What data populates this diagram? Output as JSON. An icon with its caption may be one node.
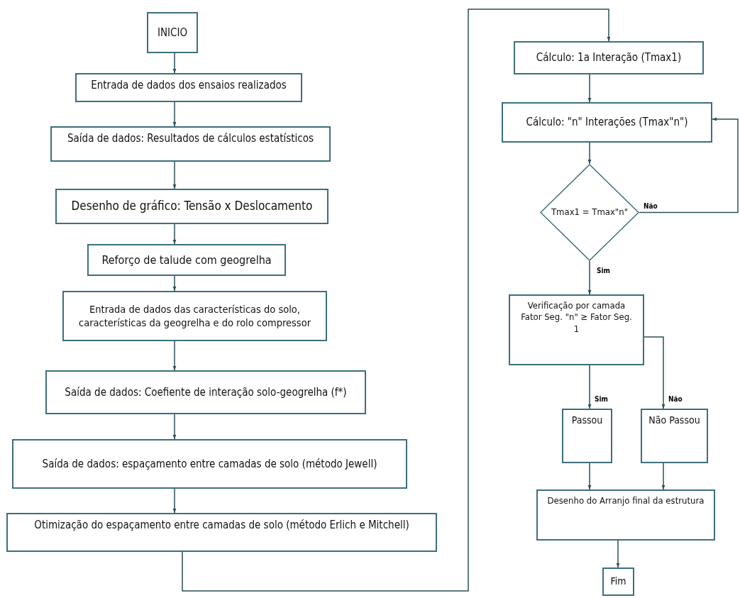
{
  "diagram": {
    "nodes": [
      {
        "text": [
          "INICIO"
        ]
      },
      {
        "text": [
          "Entrada de dados dos ensaios realizados"
        ]
      },
      {
        "text": [
          "Saída de dados: Resultados de cálculos estatísticos"
        ]
      },
      {
        "text": [
          "Desenho de gráfico: Tensão x Deslocamento"
        ]
      },
      {
        "text": [
          "Reforço de talude com geogrelha"
        ]
      },
      {
        "text": [
          "Entrada de dados das características do solo, características da geogrelha e do rolo compressor"
        ]
      },
      {
        "text": [
          "Saída de dados: Coefiente de interação solo-geogrelha (f*)"
        ]
      },
      {
        "text": [
          "Saída de dados: espaçamento entre camadas de solo (método Jewell)"
        ]
      },
      {
        "text": [
          "Otimização do espaçamento entre camadas de solo (método Erlich e Mitchell)"
        ]
      },
      {
        "text": [
          "Cálculo: 1a Interação (Tmax1)"
        ]
      },
      {
        "text": [
          "Cálculo: \"n\" Interações (Tmax\"n\")"
        ]
      },
      {
        "text": [
          "Tmax1 = Tmax\"n\""
        ]
      },
      {
        "text": [
          "Verificação por camada Fator Seg. \"n\" ≥ Fator Seg. 1"
        ]
      },
      {
        "text": [
          "Passou"
        ]
      },
      {
        "text": [
          "Não Passou"
        ]
      },
      {
        "text": [
          "Desenho do Arranjo final da estrutura"
        ]
      },
      {
        "text": [
          "Fim"
        ]
      }
    ],
    "edges": [
      {
        "from": 0,
        "to": 1,
        "arrow": "to"
      },
      {
        "from": 1,
        "to": 2,
        "arrow": "to"
      },
      {
        "from": 2,
        "to": 3,
        "arrow": "to"
      },
      {
        "from": 3,
        "to": 4,
        "arrow": "to"
      },
      {
        "from": 4,
        "to": 5,
        "arrow": "to"
      },
      {
        "from": 5,
        "to": 6,
        "arrow": "to"
      },
      {
        "from": 6,
        "to": 7,
        "arrow": "to"
      },
      {
        "from": 7,
        "to": 8,
        "arrow": "to"
      },
      {
        "from": 8,
        "to": 9,
        "arrow": "to"
      },
      {
        "from": 9,
        "to": 10,
        "arrow": "to"
      },
      {
        "from": 10,
        "to": 11,
        "arrow": "to"
      },
      {
        "from": 11,
        "to": 10,
        "arrow": "to",
        "label": "Não"
      },
      {
        "from": 11,
        "to": 12,
        "arrow": "to",
        "label": "Sim"
      },
      {
        "from": 12,
        "to": 13,
        "arrow": "to",
        "label": "Sim"
      },
      {
        "from": 12,
        "to": 14,
        "arrow": "to",
        "label": "Não"
      },
      {
        "from": 13,
        "to": 15,
        "arrow": "to"
      },
      {
        "from": 14,
        "to": 15,
        "arrow": "to"
      },
      {
        "from": 15,
        "to": 16,
        "arrow": "to"
      }
    ]
  }
}
